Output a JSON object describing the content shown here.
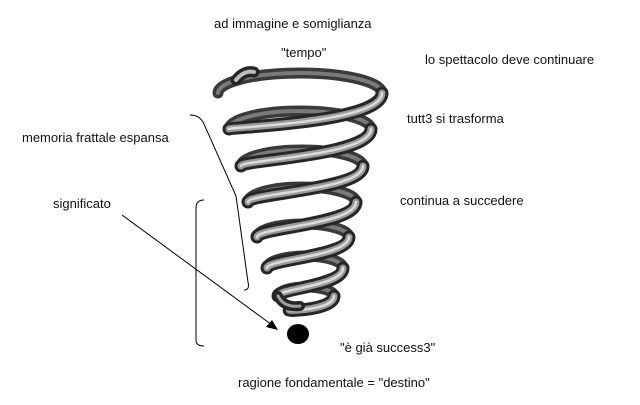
{
  "labels": {
    "image_likeness": "ad immagine e somiglianza",
    "time": "\"tempo\"",
    "show_must_go_on": "lo spettacolo deve continuare",
    "everything_transforms": "tutt3 si trasforma",
    "fractal_memory": "memoria frattale espansa",
    "keeps_happening": "continua a succedere",
    "meaning": "significato",
    "already_happened": "\"è già success3\"",
    "fundamental_reason": "ragione fondamentale   = \"destino\""
  },
  "colors": {
    "background": "#ffffff",
    "spring_dark": "#1f1f1f",
    "spring_mid": "#6e6e6e",
    "spring_light": "#cfcfcf",
    "line": "#000000",
    "dot": "#000000"
  }
}
